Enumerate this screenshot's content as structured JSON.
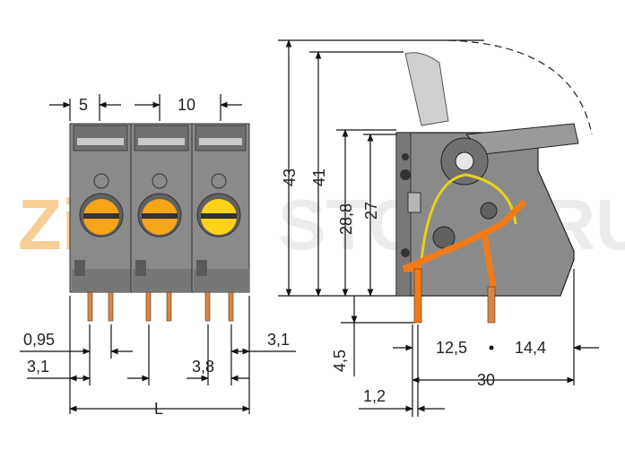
{
  "watermark": {
    "left": "Zip",
    "right": "STORE.RU"
  },
  "front_view": {
    "dim_pitch_small": "5",
    "dim_pitch_large": "10",
    "dim_pin_width": "0,95",
    "dim_offset_left": "3,1",
    "dim_pin_spacing": "3,8",
    "dim_offset_right": "3,1",
    "dim_length": "L"
  },
  "side_view": {
    "dim_total_height": "43",
    "dim_height_41": "41",
    "dim_height_28_8": "28,8",
    "dim_height_27": "27",
    "dim_pin_length": "4,5",
    "dim_pin_pitch": "12,5",
    "dim_rear": "14,4",
    "dim_width_30": "30",
    "dim_pin_offset": "1,2"
  },
  "colors": {
    "housing": "#8a8a8a",
    "housing_dark": "#6e6e6e",
    "button_orange": "#f6a418",
    "button_yellow": "#ffd21a",
    "pin_copper": "#d9854a",
    "pin_orange": "#f07a1a",
    "lever": "#9a9a9a"
  }
}
